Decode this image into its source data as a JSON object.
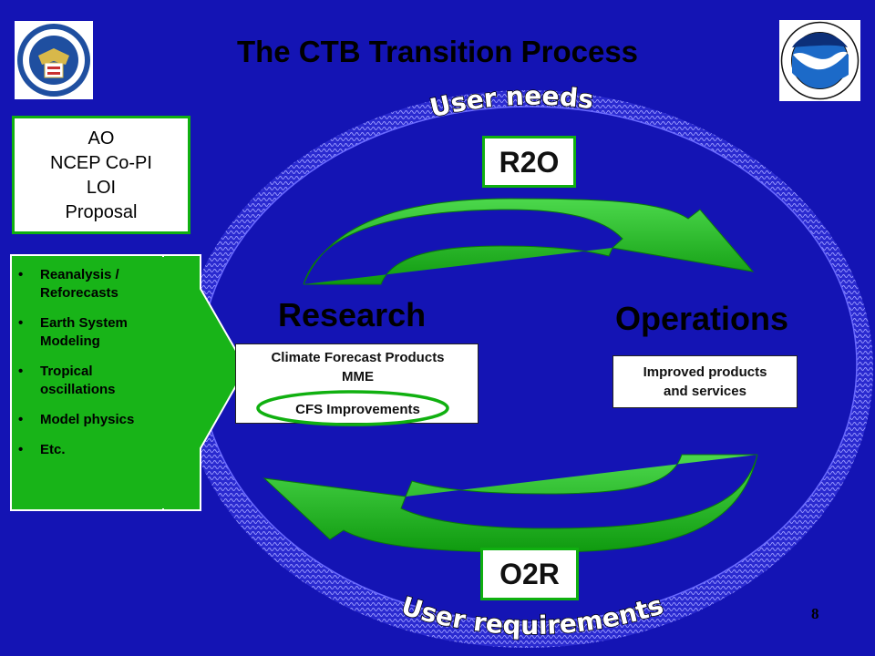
{
  "title": "The CTB Transition Process",
  "logos": {
    "left": "department-of-commerce-seal",
    "right": "noaa-logo"
  },
  "ao_box": {
    "lines": [
      "AO",
      "NCEP Co-PI",
      "LOI",
      "Proposal"
    ]
  },
  "topics": [
    "Reanalysis / Reforecasts",
    "Earth System Modeling",
    "Tropical oscillations",
    "Model physics",
    "Etc."
  ],
  "r2o": "R2O",
  "o2r": "O2R",
  "research": "Research",
  "operations": "Operations",
  "research_box": {
    "line1": "Climate Forecast Products",
    "line2": "MME",
    "highlight": "CFS Improvements"
  },
  "operations_box": {
    "line1": "Improved products",
    "line2": "and services"
  },
  "arc_text_top": "User needs",
  "arc_text_bottom": "User requirements",
  "page_number": "8",
  "colors": {
    "background": "#1414b4",
    "arrow_green": "#18b418",
    "box_border_green": "#10b010"
  }
}
